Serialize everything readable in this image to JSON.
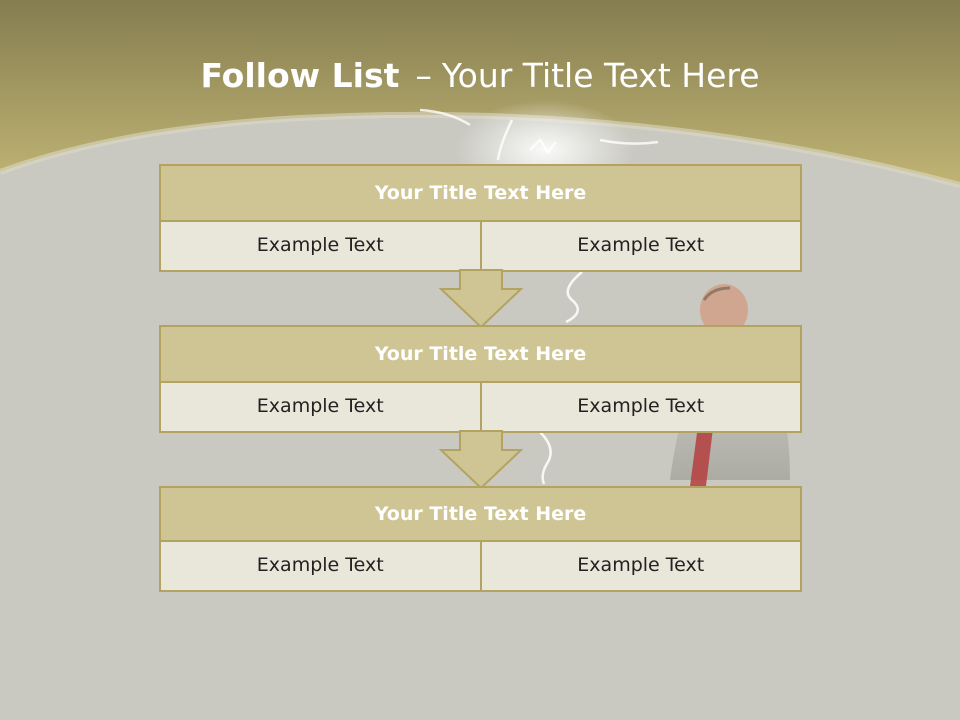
{
  "title": {
    "bold": "Follow List",
    "separator": "–",
    "rest": "Your Title Text Here"
  },
  "steps": [
    {
      "title": "Your Title Text Here",
      "left": "Example Text",
      "right": "Example Text"
    },
    {
      "title": "Your Title Text Here",
      "left": "Example Text",
      "right": "Example Text"
    },
    {
      "title": "Your Title Text Here",
      "left": "Example Text",
      "right": "Example Text"
    }
  ],
  "colors": {
    "header_fill": "#cfc594",
    "border": "#b2a460",
    "cell_fill": "#e9e6da",
    "band": "#bfb274"
  },
  "decorations": [
    "light-bulb-drawing",
    "businessman-photo"
  ]
}
